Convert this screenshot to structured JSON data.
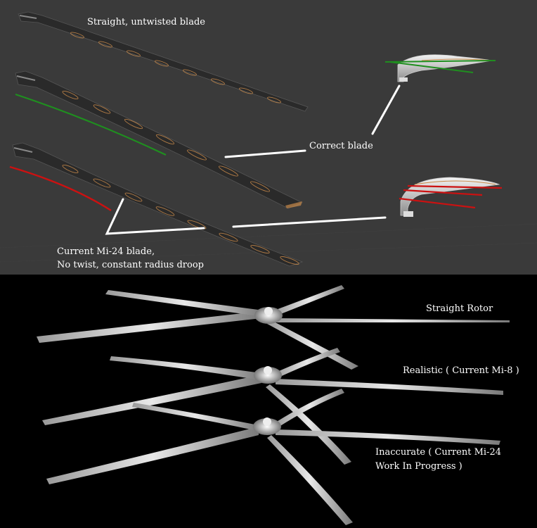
{
  "top_panel": {
    "background": "#3a3a3a",
    "labels": {
      "straight": "Straight, untwisted blade",
      "correct": "Correct blade",
      "current_line1": "Current Mi-24 blade,",
      "current_line2": "No twist, constant radius droop"
    },
    "colors": {
      "green_curve": "#1f8f1f",
      "red_curve": "#cc1111",
      "pointer": "#ffffff",
      "airfoil_section": "#c98a4a"
    }
  },
  "bottom_panel": {
    "background": "#000000",
    "labels": {
      "straight_rotor": "Straight Rotor",
      "realistic": "Realistic ( Current Mi-8 )",
      "inaccurate_line1": "Inaccurate ( Current Mi-24",
      "inaccurate_line2": "Work In Progress )"
    }
  }
}
